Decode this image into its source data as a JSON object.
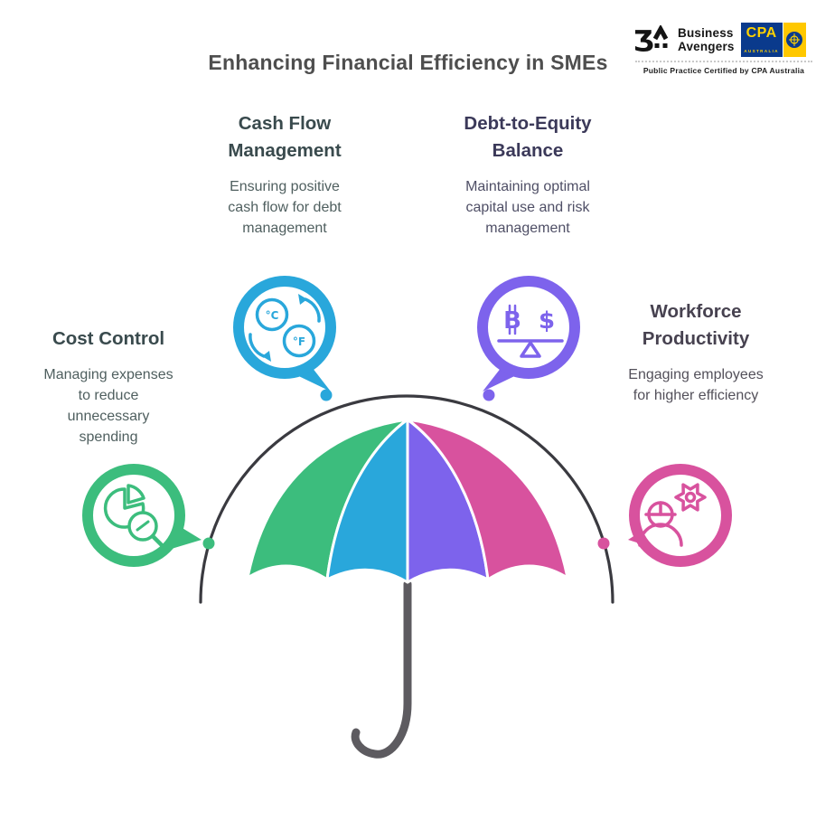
{
  "title": "Enhancing Financial Efficiency in SMEs",
  "brand": {
    "monogram": "Ʒ",
    "name_line1": "Business",
    "name_line2": "Avengers",
    "cpa": {
      "acronym": "CPA",
      "region": "AUSTRALIA"
    },
    "certification": "Public Practice Certified by CPA Australia"
  },
  "topics": [
    {
      "key": "cash-flow-management",
      "title": "Cash Flow Management",
      "description": "Ensuring positive cash flow for debt management",
      "color": "#29a7db",
      "title_color": "#394a4d",
      "body_color": "#4f5f5f",
      "icon": "temperature-conversion-icon",
      "icon_labels": {
        "left": "°C",
        "right": "°F"
      }
    },
    {
      "key": "debt-to-equity-balance",
      "title": "Debt-to-Equity Balance",
      "description": "Maintaining optimal capital use and risk management",
      "color": "#7d63ec",
      "title_color": "#3b3959",
      "body_color": "#4f4f66",
      "icon": "balance-scale-icon",
      "icon_labels": {
        "left": "B",
        "right": "$"
      }
    },
    {
      "key": "cost-control",
      "title": "Cost Control",
      "description": "Managing expenses to reduce unnecessary spending",
      "color": "#3cbd7d",
      "title_color": "#394a4d",
      "body_color": "#4f5f5f",
      "icon": "pie-chart-magnifier-icon"
    },
    {
      "key": "workforce-productivity",
      "title": "Workforce Productivity",
      "description": "Engaging employees for higher efficiency",
      "color": "#d8529e",
      "title_color": "#474250",
      "body_color": "#53505a",
      "icon": "worker-gear-icon"
    }
  ],
  "umbrella": {
    "segment_colors": [
      "#3cbd7d",
      "#29a7db",
      "#7d63ec",
      "#d8529e"
    ],
    "frame_color": "#3a3a40",
    "handle_color": "#5d5b60"
  }
}
